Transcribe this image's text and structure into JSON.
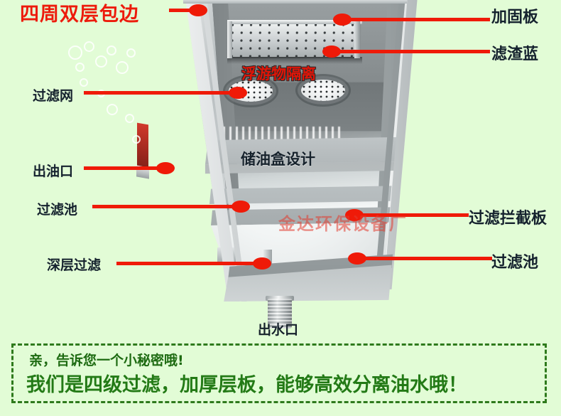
{
  "page": {
    "background_color": "#e2fcd6",
    "accent_red": "#ef1a08",
    "label_text_color": "#15222e",
    "promo_green": "#237a16"
  },
  "headline": {
    "text": "四周双层包边"
  },
  "labels_left": [
    {
      "name": "filter-mesh",
      "text": "过滤网"
    },
    {
      "name": "oil-outlet",
      "text": "出油口"
    },
    {
      "name": "filter-pool",
      "text": "过滤池"
    },
    {
      "name": "deep-filter",
      "text": "深层过滤"
    }
  ],
  "labels_right": [
    {
      "name": "reinforce-plate",
      "text": "加固板"
    },
    {
      "name": "residue-basket",
      "text": "滤渣蓝"
    },
    {
      "name": "intercept-plate",
      "text": "过滤拦截板"
    },
    {
      "name": "filter-pool-right",
      "text": "过滤池"
    }
  ],
  "overlay_labels": {
    "floating_separation": "浮游物隔离",
    "oil_box_design": "储油盒设计",
    "water_outlet": "出水口"
  },
  "watermark": {
    "text": "金达环保设备厂"
  },
  "promo": {
    "line1": "亲，告诉您一个小秘密哦!",
    "line2": "我们是四级过滤，加厚层板，能够高效分离油水哦！"
  }
}
